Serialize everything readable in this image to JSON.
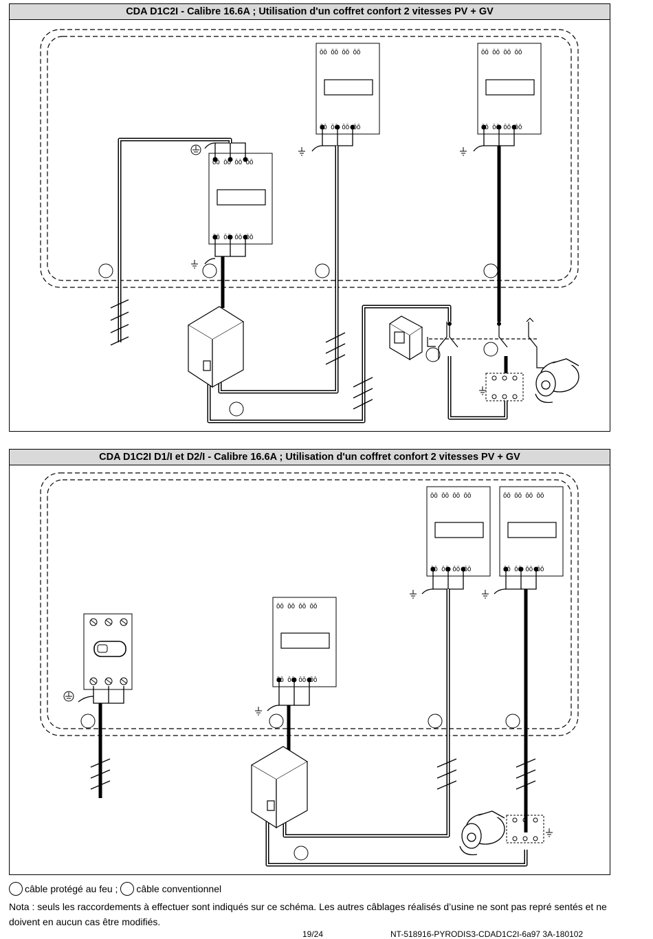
{
  "panels": [
    {
      "title": "CDA D1C2I - Calibre 16.6A ; Utilisation d'un coffret confort 2 vitesses PV + GV"
    },
    {
      "title": "CDA D1C2I D1/I et D2/I - Calibre 16.6A ; Utilisation d'un coffret confort 2 vitesses PV + GV"
    }
  ],
  "legend": {
    "fire_protected": "câble protégé au feu ;",
    "conventional": "câble conventionnel"
  },
  "nota": "Nota : seuls les raccordements à effectuer sont indiqués sur ce schéma. Les autres câblages réalisés d’usine ne sont pas repré sentés et ne doivent en aucun cas être modifiés.",
  "footer": {
    "page": "19/24",
    "reference": "NT-518916-PYRODIS3-CDAD1C2I-6a97 3A-180102"
  },
  "icons": [
    "ground-icon",
    "motor-icon",
    "junction-box-icon",
    "disconnect-switch-icon",
    "circuit-breaker-icon",
    "fire-cable-marker-icon"
  ]
}
